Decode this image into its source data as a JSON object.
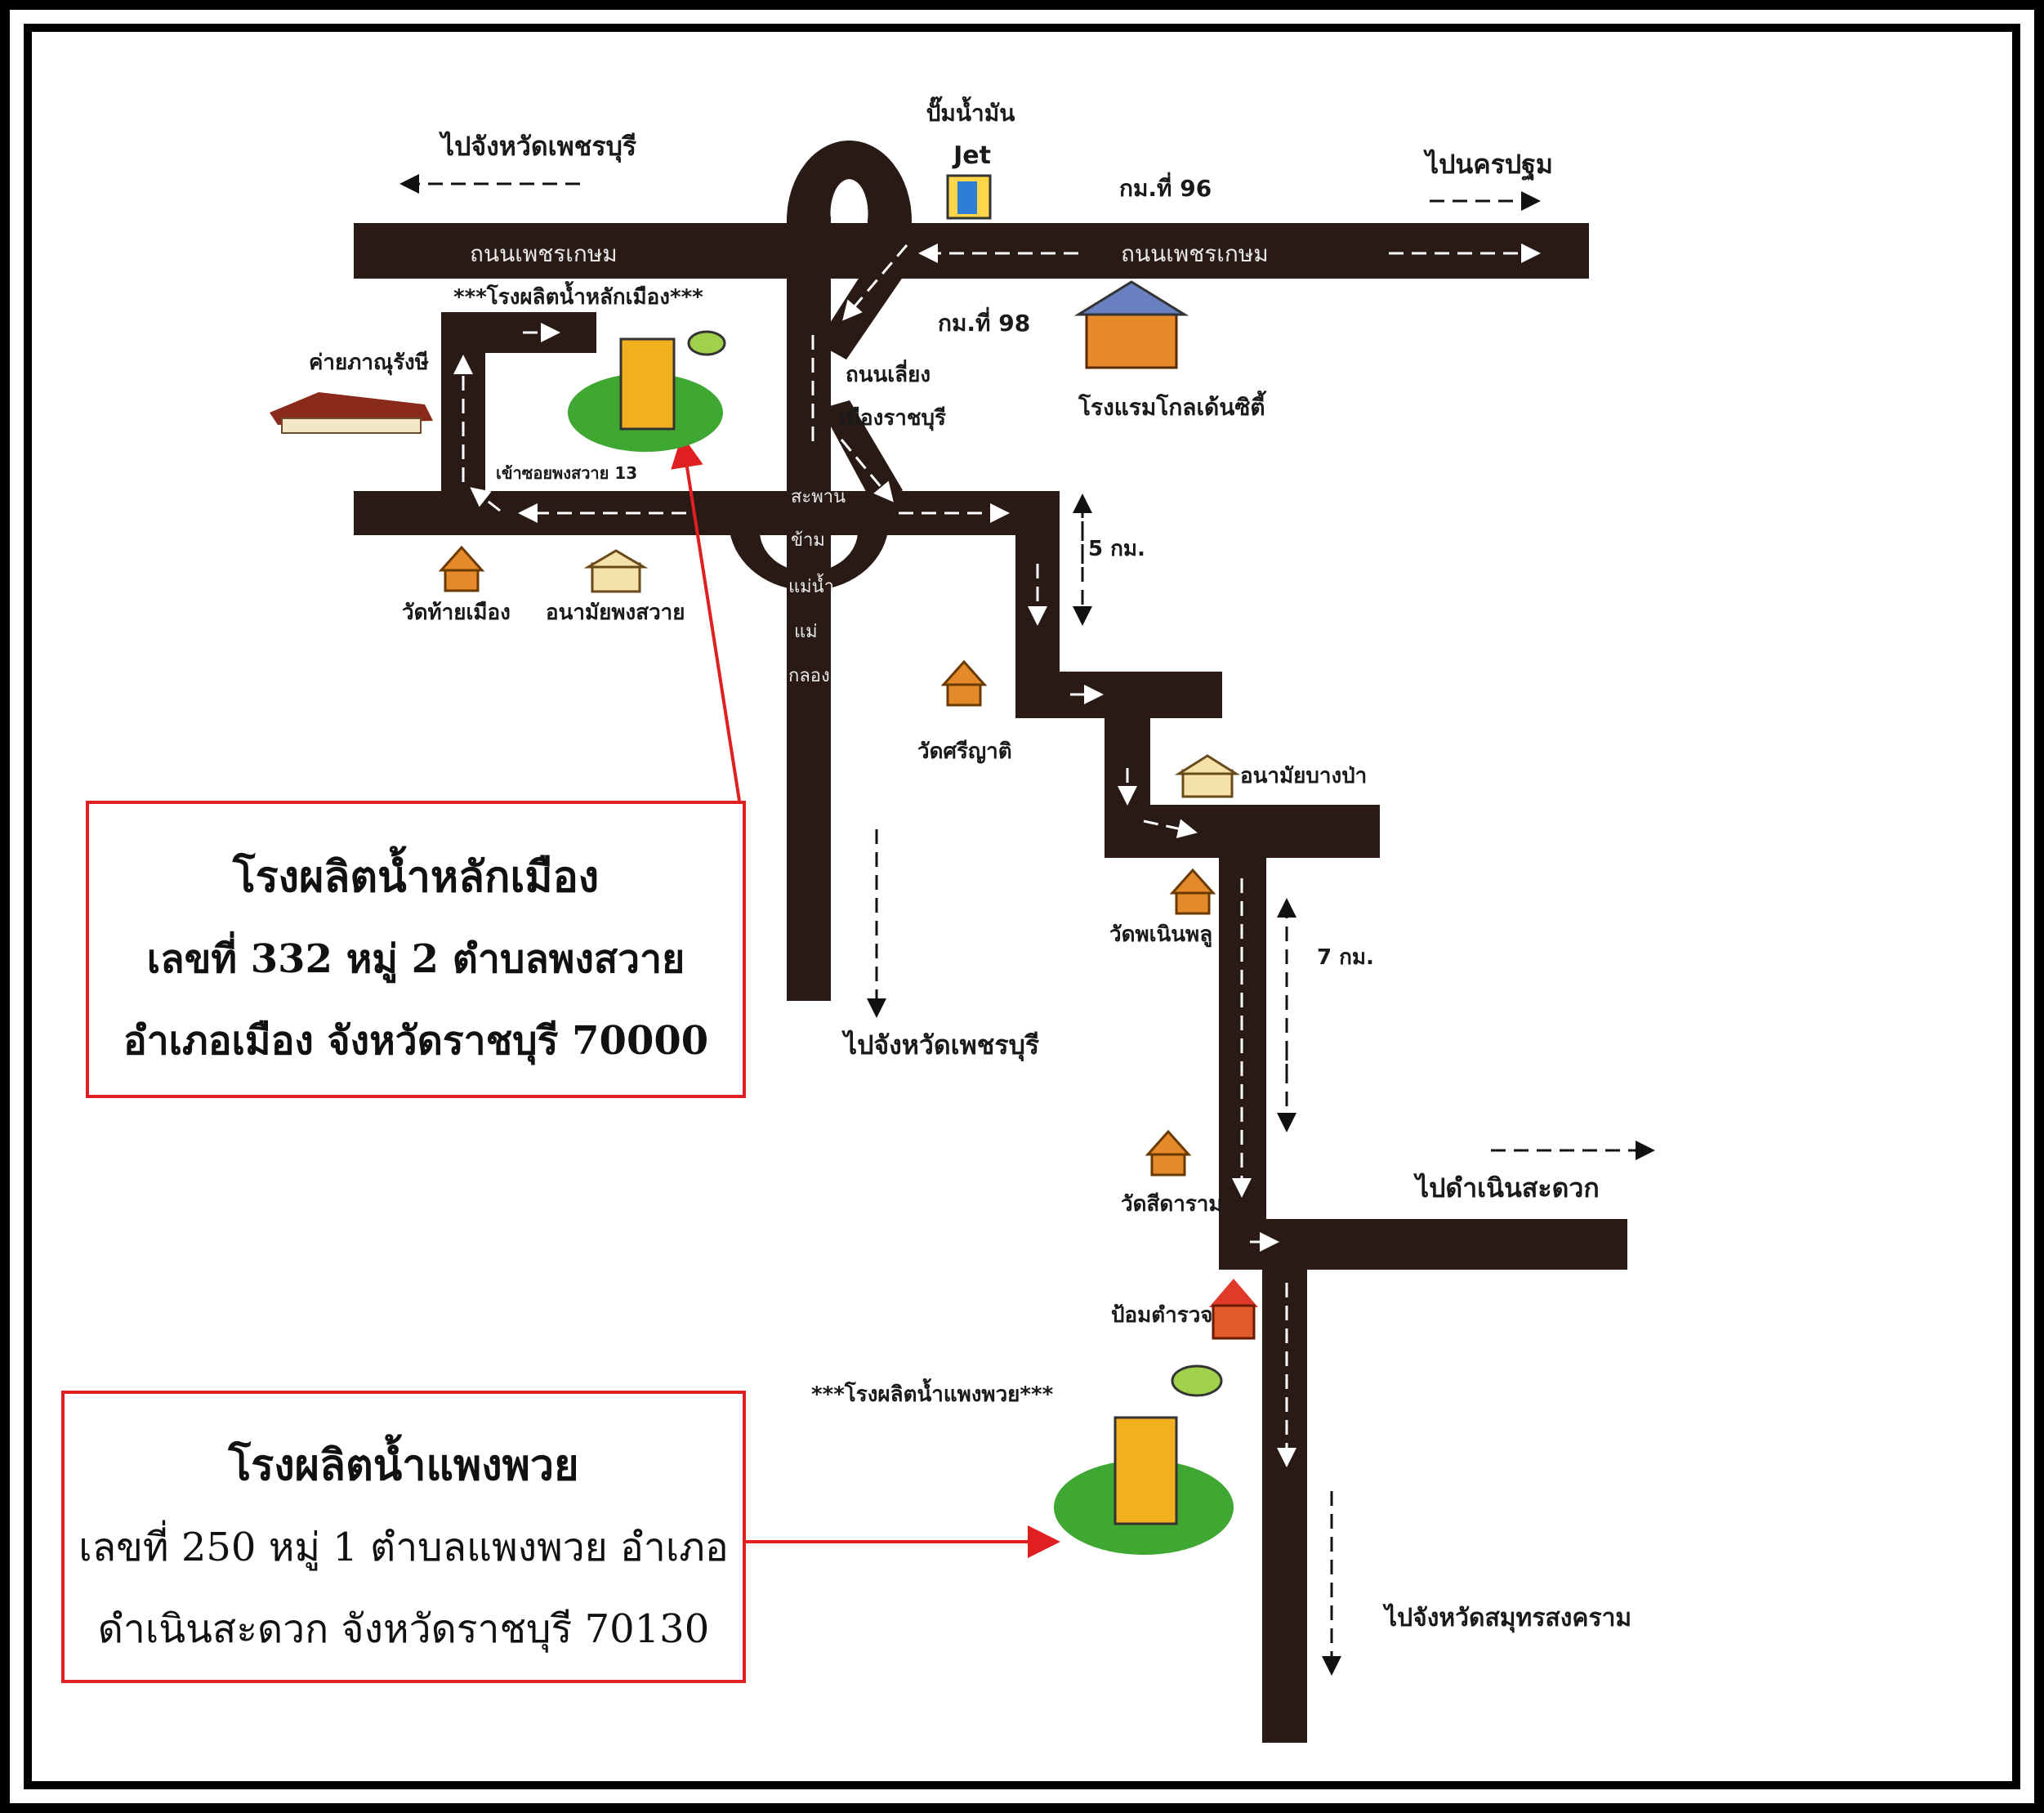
{
  "labels": {
    "petrol_pump": "ปั๊มน้ำมัน",
    "jet": "Jet",
    "to_phetchaburi_top": "ไปจังหวัดเพชรบุรี",
    "to_nakhon_pathom": "ไปนครปฐม",
    "km96": "กม.ที่ 96",
    "km98": "กม.ที่ 98",
    "phetkasem_left": "ถนนเพชรเกษม",
    "phetkasem_right": "ถนนเพชรเกษม",
    "plant_lakmueang_small": "***โรงผลิตน้ำหลักเมือง***",
    "camp": "ค่ายภาณุรังษี",
    "bypass1": "ถนนเลี่ยง",
    "bypass2": "เมืองราชบุรี",
    "hotel": "โรงแรมโกลเด้นซิตี้",
    "soi_phongsawai": "เข้าซอยพงสวาย 13",
    "bridge1": "สะพาน",
    "bridge2": "ข้าม",
    "bridge3": "แม่น้ำ",
    "bridge4": "แม่",
    "bridge5": "กลอง",
    "km5": "5  กม.",
    "wat_thai_mueang": "วัดท้ายเมือง",
    "anamai_phongsawai": "อนามัยพงสวาย",
    "wat_sri_yati": "วัดศรีญาติ",
    "anamai_bangpa": "อนามัยบางป่า",
    "wat_phanoen_phlu": "วัดพเนินพลู",
    "km7": "7  กม.",
    "to_phetchaburi_mid": "ไปจังหวัดเพชรบุรี",
    "to_damnoen": "ไปดำเนินสะดวก",
    "wat_sitaram": "วัดสีดาราม",
    "police_box": "ป้อมตำรวจ",
    "plant_phaengphuai_small": "***โรงผลิตน้ำแพงพวย***",
    "to_samut_songkhram": "ไปจังหวัดสมุทรสงคราม"
  },
  "box1": {
    "title": "โรงผลิตน้ำหลักเมือง",
    "line1": "เลขที่ 332 หมู่ 2 ตำบลพงสวาย",
    "line2": "อำเภอเมือง จังหวัดราชบุรี 70000"
  },
  "box2": {
    "title": "โรงผลิตน้ำแพงพวย",
    "line1": "เลขที่ 250 หมู่ 1 ตำบลแพงพวย อำเภอ",
    "line2": "ดำเนินสะดวก จังหวัดราชบุรี 70130"
  },
  "colors": {
    "road": "#2a1a16",
    "callout": "#e02020",
    "frame": "#000000"
  }
}
